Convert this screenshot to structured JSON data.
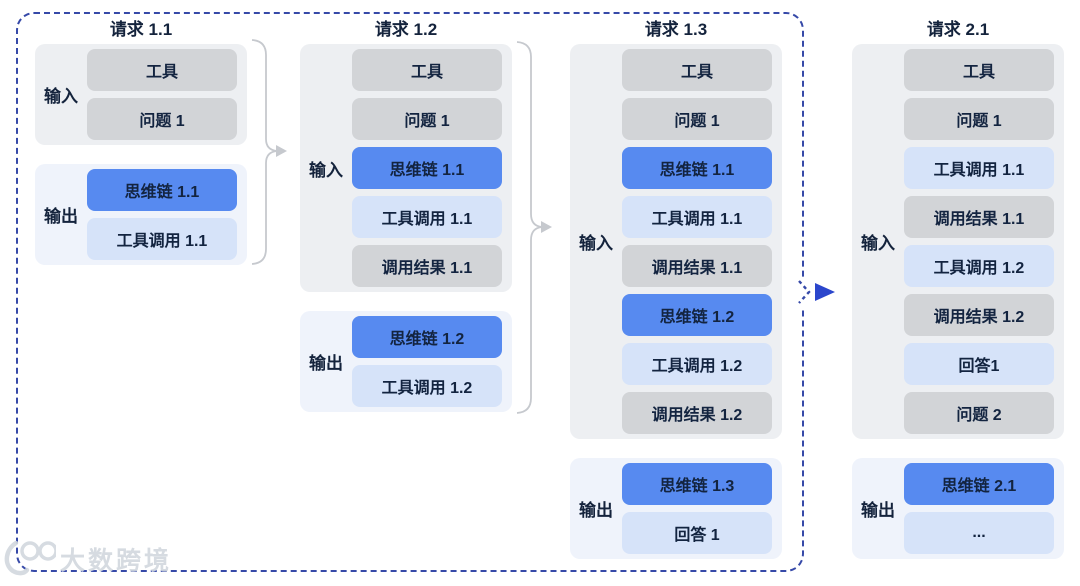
{
  "watermark": {
    "brand": "大数跨境"
  },
  "colors": {
    "chain_blue": "#578af0",
    "call_lightblue": "#d6e3f9",
    "context_gray": "#d2d4d7",
    "input_container": "#edeff2",
    "output_container": "#eff3fb",
    "frame_dash_blue": "#3649a8",
    "arrow_blue": "#2b46cc",
    "text_dark": "#14233c",
    "brace_gray": "#c6c9ce"
  },
  "columns": [
    {
      "title": "请求 1.1",
      "input_label": "输入",
      "output_label": "输出",
      "input_boxes": [
        {
          "label": "工具",
          "style": "gray"
        },
        {
          "label": "问题 1",
          "style": "gray"
        }
      ],
      "output_boxes": [
        {
          "label": "思维链 1.1",
          "style": "blue"
        },
        {
          "label": "工具调用 1.1",
          "style": "lightblue"
        }
      ]
    },
    {
      "title": "请求 1.2",
      "input_label": "输入",
      "output_label": "输出",
      "input_boxes": [
        {
          "label": "工具",
          "style": "gray"
        },
        {
          "label": "问题 1",
          "style": "gray"
        },
        {
          "label": "思维链 1.1",
          "style": "blue"
        },
        {
          "label": "工具调用 1.1",
          "style": "lightblue"
        },
        {
          "label": "调用结果 1.1",
          "style": "gray"
        }
      ],
      "output_boxes": [
        {
          "label": "思维链 1.2",
          "style": "blue"
        },
        {
          "label": "工具调用 1.2",
          "style": "lightblue"
        }
      ]
    },
    {
      "title": "请求 1.3",
      "input_label": "输入",
      "output_label": "输出",
      "input_boxes": [
        {
          "label": "工具",
          "style": "gray"
        },
        {
          "label": "问题 1",
          "style": "gray"
        },
        {
          "label": "思维链 1.1",
          "style": "blue"
        },
        {
          "label": "工具调用 1.1",
          "style": "lightblue"
        },
        {
          "label": "调用结果 1.1",
          "style": "gray"
        },
        {
          "label": "思维链 1.2",
          "style": "blue"
        },
        {
          "label": "工具调用 1.2",
          "style": "lightblue"
        },
        {
          "label": "调用结果 1.2",
          "style": "gray"
        }
      ],
      "output_boxes": [
        {
          "label": "思维链 1.3",
          "style": "blue"
        },
        {
          "label": "回答 1",
          "style": "lightblue"
        }
      ]
    },
    {
      "title": "请求 2.1",
      "input_label": "输入",
      "output_label": "输出",
      "input_boxes": [
        {
          "label": "工具",
          "style": "gray"
        },
        {
          "label": "问题 1",
          "style": "gray"
        },
        {
          "label": "工具调用 1.1",
          "style": "lightblue"
        },
        {
          "label": "调用结果 1.1",
          "style": "gray"
        },
        {
          "label": "工具调用 1.2",
          "style": "lightblue"
        },
        {
          "label": "调用结果 1.2",
          "style": "gray"
        },
        {
          "label": "回答1",
          "style": "lightblue"
        },
        {
          "label": "问题 2",
          "style": "gray"
        }
      ],
      "output_boxes": [
        {
          "label": "思维链 2.1",
          "style": "blue"
        },
        {
          "label": "...",
          "style": "lightblue"
        }
      ]
    }
  ]
}
